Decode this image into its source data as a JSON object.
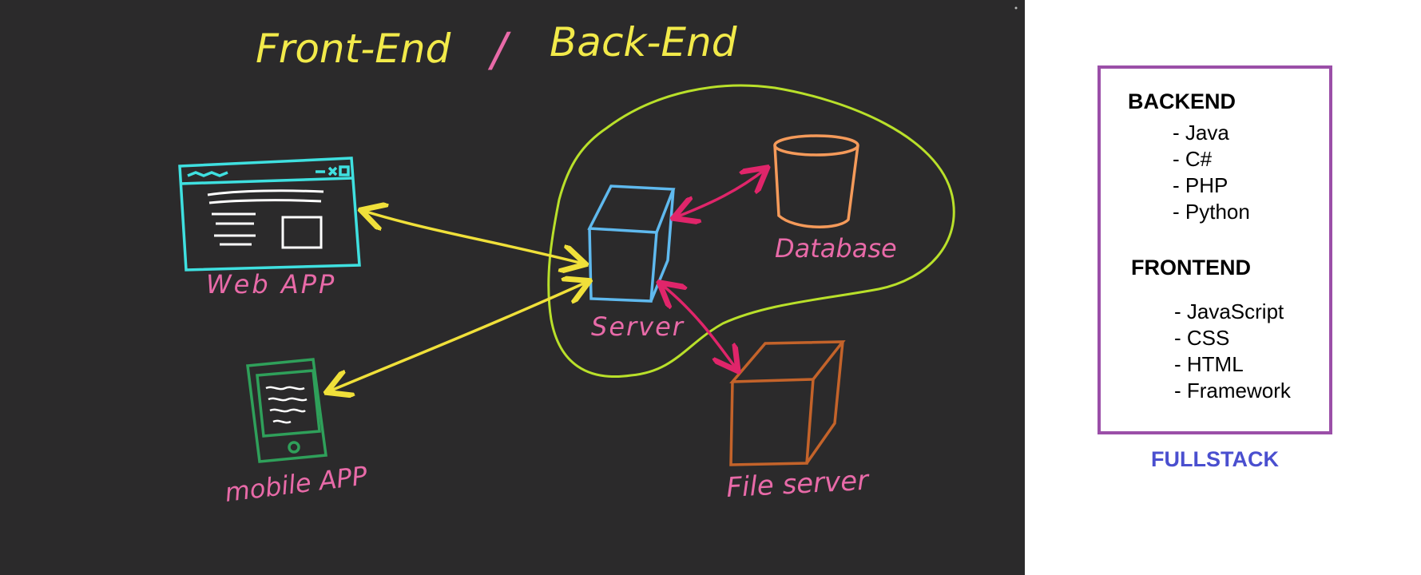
{
  "diagram": {
    "title_left": "Front-End",
    "title_sep": "/",
    "title_right": "Back-End",
    "nodes": {
      "web_app": "Web APP",
      "mobile_app": "mobile APP",
      "server": "Server",
      "database": "Database",
      "file_server": "File server"
    },
    "colors": {
      "title": "#f2ea4a",
      "label": "#e86aa8",
      "web_app": "#3fe0e0",
      "mobile_app": "#2fa05a",
      "server": "#5fb9ee",
      "database": "#f59a5a",
      "file_server": "#c4632a",
      "frontend_arrows": "#f0e03a",
      "backend_arrows": "#e0256a",
      "backend_boundary": "#b9e02a"
    }
  },
  "legend": {
    "backend": {
      "title": "BACKEND",
      "items": [
        "Java",
        "C#",
        "PHP",
        "Python"
      ]
    },
    "frontend": {
      "title": "FRONTEND",
      "items": [
        "JavaScript",
        "CSS",
        "HTML",
        "Framework"
      ]
    },
    "footer": "FULLSTACK",
    "box_color": "#9b4fa8",
    "footer_color": "#4a4fcf"
  }
}
